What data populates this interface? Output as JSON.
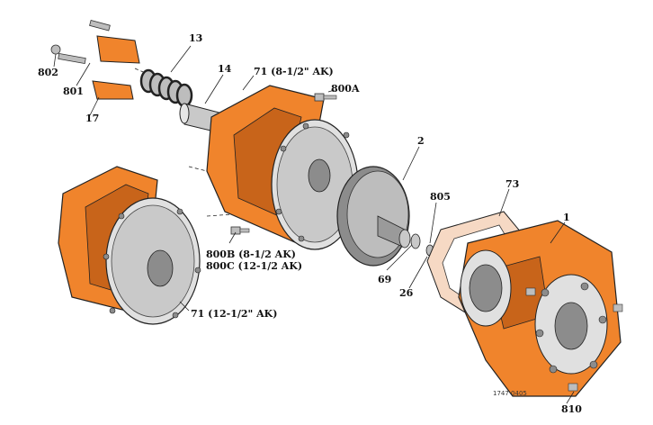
{
  "callouts": {
    "c13": "13",
    "c14": "14",
    "c71a": "71 (8-1/2\" AK)",
    "c800a": "800A",
    "c802": "802",
    "c801": "801",
    "c17": "17",
    "c2": "2",
    "c805": "805",
    "c73": "73",
    "c1": "1",
    "c800b": "800B (8-1/2 AK)",
    "c800c": "800C (12-1/2 AK)",
    "c69": "69",
    "c26": "26",
    "c71b": "71 (12-1/2\" AK)",
    "c810": "810"
  },
  "drawing_number": "1747 0405",
  "colors": {
    "casting_orange": "#f0842c",
    "casting_shadow": "#c8641a",
    "gray_face": "#c9c9c9",
    "gray_dark": "#8c8c8c",
    "gasket": "#f6d9c4"
  }
}
